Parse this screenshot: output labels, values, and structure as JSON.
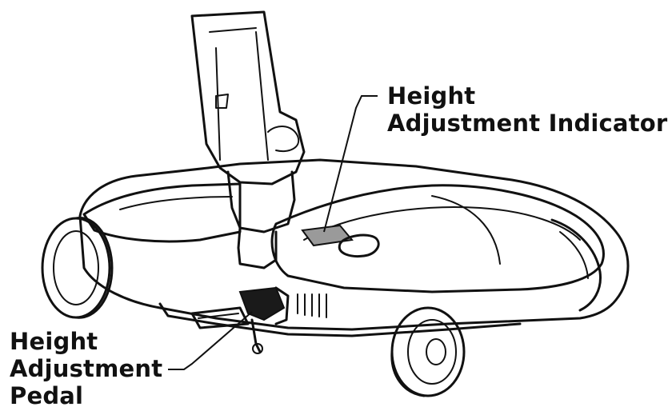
{
  "callouts": {
    "indicator": {
      "line1": "Height",
      "line2": "Adjustment Indicator"
    },
    "pedal": {
      "line1": "Height",
      "line2": "Adjustment",
      "line3": "Pedal"
    }
  },
  "colors": {
    "stroke": "#111111",
    "indicator_fill": "#9a9a9a",
    "pedal_fill": "#1a1a1a",
    "background": "#ffffff"
  }
}
